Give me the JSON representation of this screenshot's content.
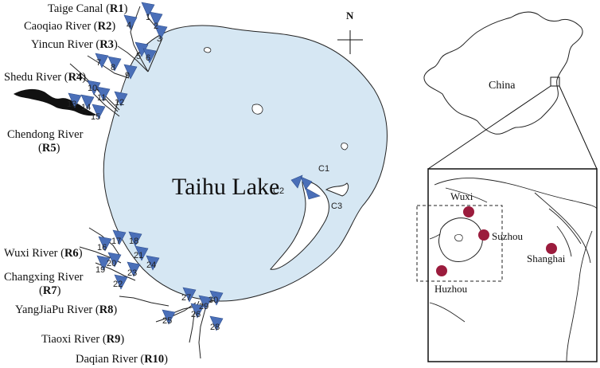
{
  "lake": {
    "name": "Taihu Lake"
  },
  "north": {
    "label": "N"
  },
  "rivers": [
    {
      "name": "Taige Canal",
      "code": "R1"
    },
    {
      "name": "Caoqiao River",
      "code": "R2"
    },
    {
      "name": "Yincun River",
      "code": "R3"
    },
    {
      "name": "Shedu River",
      "code": "R4"
    },
    {
      "name": "Chendong River",
      "code": "R5"
    },
    {
      "name": "Wuxi River",
      "code": "R6"
    },
    {
      "name": "Changxing River",
      "code": "R7"
    },
    {
      "name": "YangJiaPu River",
      "code": "R8"
    },
    {
      "name": "Tiaoxi River",
      "code": "R9"
    },
    {
      "name": "Daqian River",
      "code": "R10"
    }
  ],
  "sites": [
    "1",
    "2",
    "3",
    "4",
    "5",
    "6",
    "7",
    "8",
    "9",
    "10",
    "11",
    "12",
    "13",
    "14",
    "15",
    "16",
    "17",
    "18",
    "19",
    "20",
    "21",
    "22",
    "23",
    "24",
    "25",
    "26",
    "27",
    "28",
    "29",
    "30"
  ],
  "control_sites": [
    "C1",
    "C2",
    "C3"
  ],
  "inset": {
    "country": "China",
    "cities": [
      "Wuxi",
      "Suzhou",
      "Shanghai",
      "Huzhou"
    ]
  },
  "colors": {
    "lake": "#d6e7f3",
    "marker": "#4a6fb8",
    "city": "#9b1c3d"
  }
}
